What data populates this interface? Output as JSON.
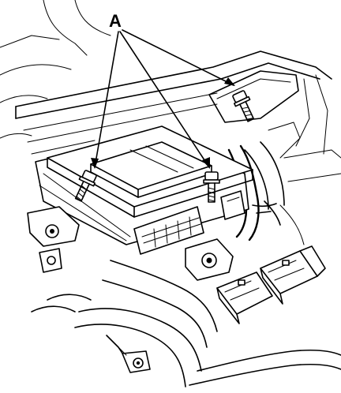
{
  "diagram": {
    "callout_label": "A",
    "parts": [
      {
        "name": "bolt-icon"
      },
      {
        "name": "bolt-icon"
      },
      {
        "name": "bolt-icon"
      },
      {
        "name": "control-module"
      },
      {
        "name": "mounting-bracket"
      },
      {
        "name": "wire-harness"
      },
      {
        "name": "harness-connector"
      },
      {
        "name": "ground-terminal"
      }
    ],
    "colors": {
      "line": "#000000",
      "background": "#ffffff"
    }
  }
}
